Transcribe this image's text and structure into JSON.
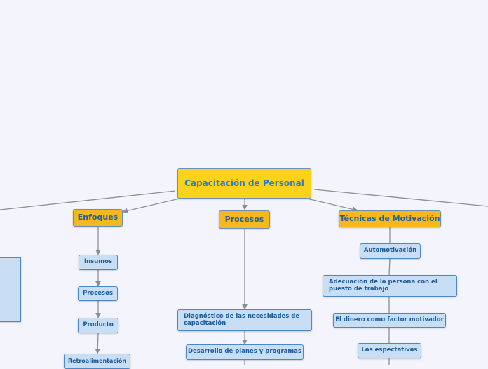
{
  "diagram": {
    "root": {
      "label": "Capacitación de Personal"
    },
    "branches": [
      {
        "id": "enfoques",
        "label": "Enfoques",
        "children": [
          "Insumos",
          "Procesos",
          "Producto",
          "Retroalimentación"
        ]
      },
      {
        "id": "procesos",
        "label": "Procesos",
        "children": [
          "Diagnóstico de las necesidades de capacitación",
          "Desarrollo de planes y programas"
        ]
      },
      {
        "id": "tecnicas",
        "label": "Técnicas de Motivación",
        "children": [
          "Automotivación",
          "Adecuación de la persona con el puesto de trabajo",
          "El dinero como factor motivador",
          "Las espectativas"
        ]
      }
    ],
    "colors": {
      "background": "#f4f5fc",
      "root_fill": "#fcd21a",
      "branch_fill": "#f7b71e",
      "child_fill": "#c7def5",
      "text": "#1f5f99",
      "connector": "#8a8f96"
    }
  }
}
